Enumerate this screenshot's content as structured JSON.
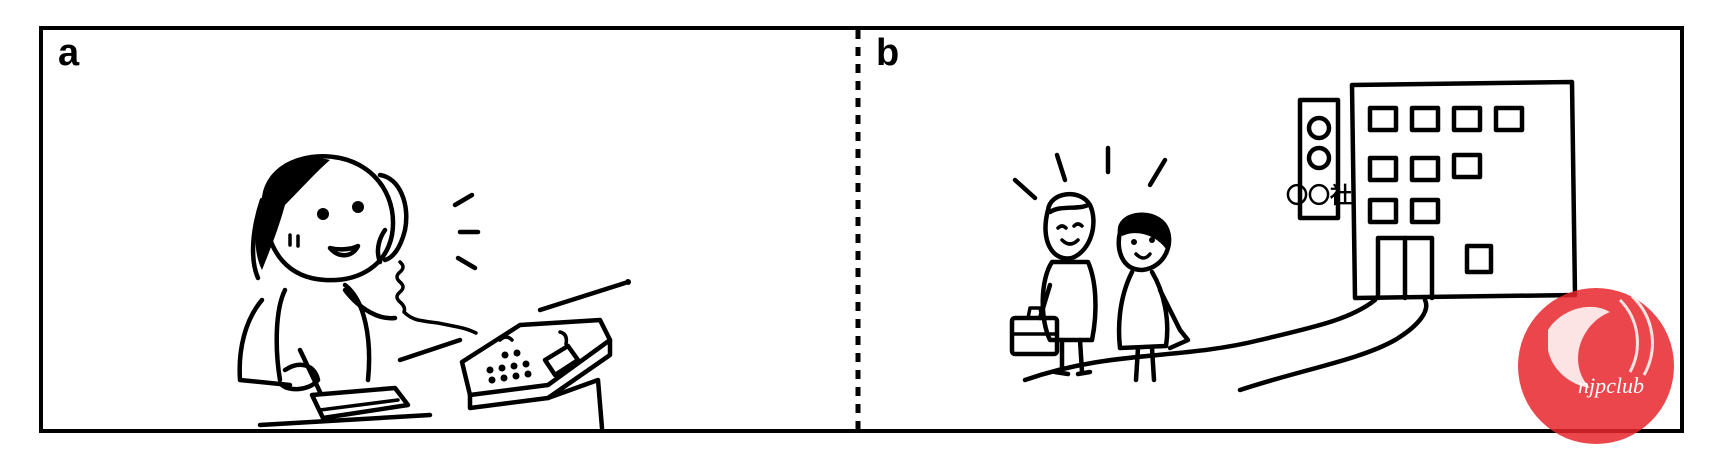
{
  "panels": [
    {
      "label": "a",
      "scene": "woman-on-phone-taking-notes"
    },
    {
      "label": "b",
      "scene": "two-people-in-front-of-company-building"
    }
  ],
  "building_sign": "〇〇社",
  "watermark": {
    "text": "njpclub",
    "color": "#e8262b"
  },
  "colors": {
    "ink": "#000000",
    "background": "#ffffff",
    "watermark": "#e8262b"
  }
}
